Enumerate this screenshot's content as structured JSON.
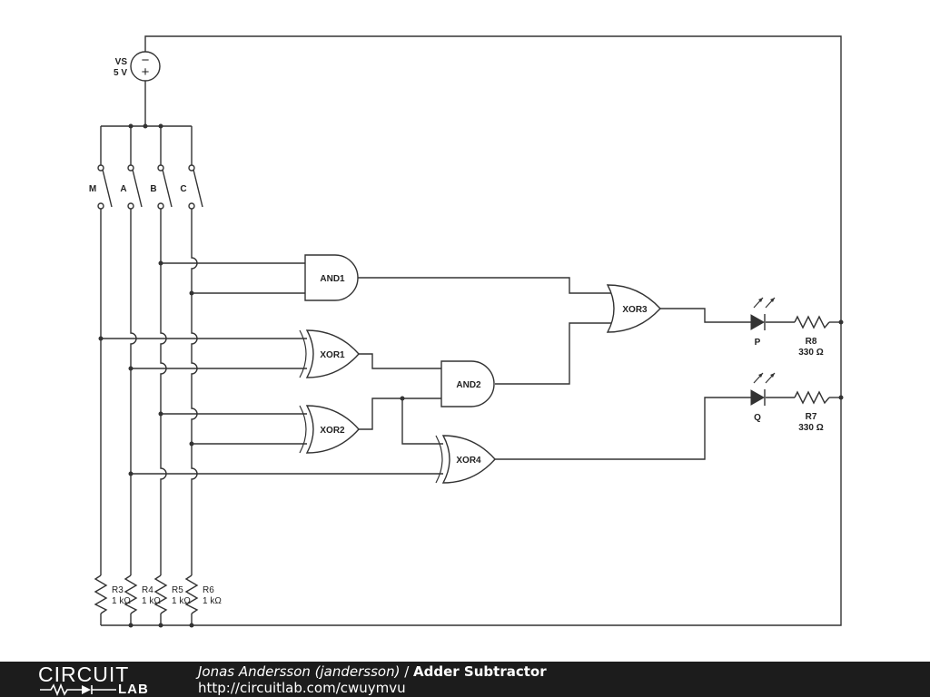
{
  "source": {
    "name": "VS",
    "value": "5 V",
    "minus": "−",
    "plus": "+"
  },
  "switches": [
    {
      "name": "M"
    },
    {
      "name": "A"
    },
    {
      "name": "B"
    },
    {
      "name": "C"
    }
  ],
  "gates": {
    "and1": "AND1",
    "and2": "AND2",
    "xor1": "XOR1",
    "xor2": "XOR2",
    "xor3": "XOR3",
    "xor4": "XOR4"
  },
  "leds": [
    {
      "name": "P"
    },
    {
      "name": "Q"
    }
  ],
  "led_resistors": [
    {
      "name": "R8",
      "value": "330 Ω"
    },
    {
      "name": "R7",
      "value": "330 Ω"
    }
  ],
  "pulldowns": [
    {
      "name": "R3",
      "value": "1 kΩ"
    },
    {
      "name": "R4",
      "value": "1 kΩ"
    },
    {
      "name": "R5",
      "value": "1 kΩ"
    },
    {
      "name": "R6",
      "value": "1 kΩ"
    }
  ],
  "footer": {
    "logo_top": "CIRCUIT",
    "logo_bottom": "LAB",
    "author": "Jonas Andersson (jandersson)",
    "separator": " / ",
    "title": "Adder Subtractor",
    "url": "http://circuitlab.com/cwuymvu"
  },
  "colors": {
    "wire": "#333333",
    "footer_bg": "#1c1c1c",
    "footer_text": "#ffffff"
  }
}
